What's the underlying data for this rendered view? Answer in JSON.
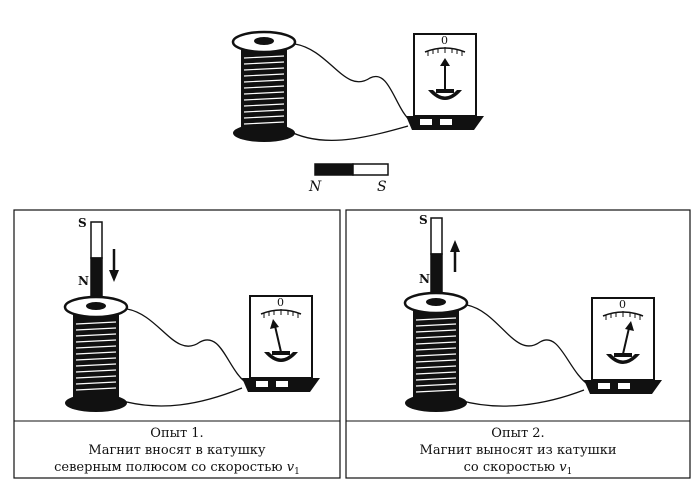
{
  "top": {
    "pole_n": "N",
    "pole_s": "S",
    "gauge_zero": "0"
  },
  "exp1": {
    "pole_s": "S",
    "pole_n": "N",
    "gauge_zero": "0",
    "caption": {
      "title": "Опыт 1.",
      "line1": "Магнит вносят в катушку",
      "line2": "северным полюсом со скоростью",
      "speed_var": "v",
      "speed_sub": "1"
    }
  },
  "exp2": {
    "pole_s": "S",
    "pole_n": "N",
    "gauge_zero": "0",
    "caption": {
      "title": "Опыт 2.",
      "line1": "Магнит выносят из катушки",
      "line2": "со скоростью",
      "speed_var": "v",
      "speed_sub": "1"
    }
  }
}
